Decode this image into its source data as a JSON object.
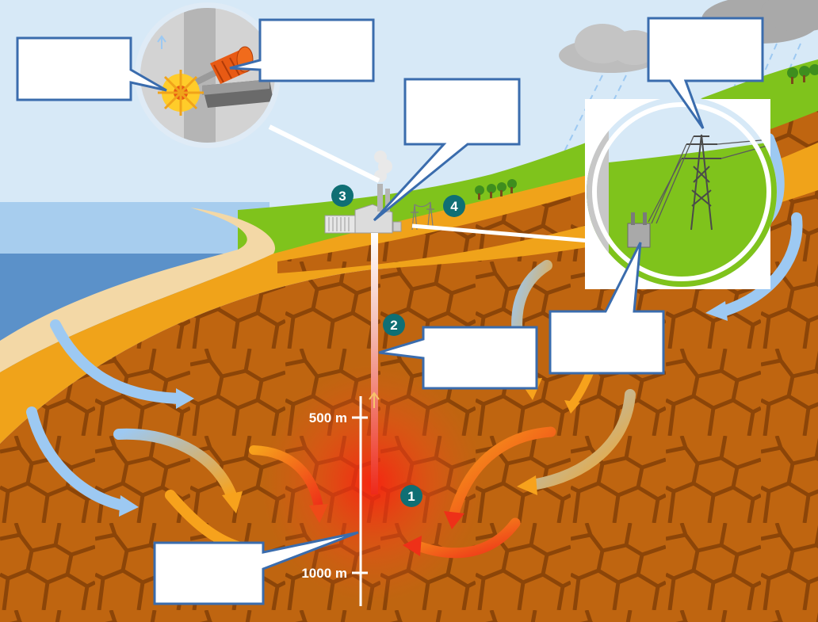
{
  "markers": [
    {
      "number": "1"
    },
    {
      "number": "2"
    },
    {
      "number": "3"
    },
    {
      "number": "4"
    }
  ],
  "depth_labels": {
    "shallow": "500 m",
    "deep": "1000 m"
  },
  "callouts": [
    {
      "id": "generator",
      "text": ""
    },
    {
      "id": "turbine",
      "text": ""
    },
    {
      "id": "power-plant",
      "text": ""
    },
    {
      "id": "power-line",
      "text": ""
    },
    {
      "id": "well",
      "text": ""
    },
    {
      "id": "transformer",
      "text": ""
    },
    {
      "id": "hot-zone",
      "text": ""
    }
  ],
  "colors": {
    "sky": "#d7e9f7",
    "sea": "#5b91c9",
    "grass": "#7fc31c",
    "sand": "#f0a31a",
    "rock": "#bf6510",
    "rock_crack": "#8c4508",
    "callout_border": "#3a6cad",
    "marker": "#0f6f74",
    "cold_arrow": "#9dc9f2",
    "hot_arrow": "#f7a21c"
  }
}
